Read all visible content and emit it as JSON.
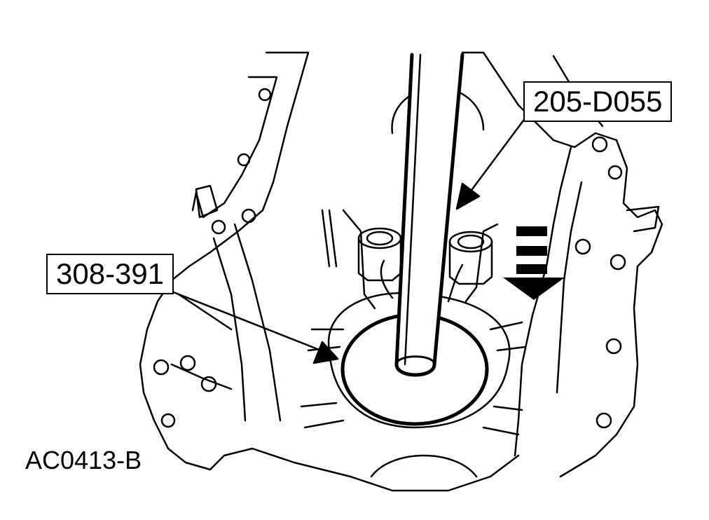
{
  "figure": {
    "callout_tool": "205-D055",
    "callout_installer": "308-391",
    "figure_id": "AC0413-B"
  },
  "colors": {
    "ink": "#000000",
    "paper": "#ffffff"
  },
  "icons": [
    "direction-arrow-icon"
  ]
}
